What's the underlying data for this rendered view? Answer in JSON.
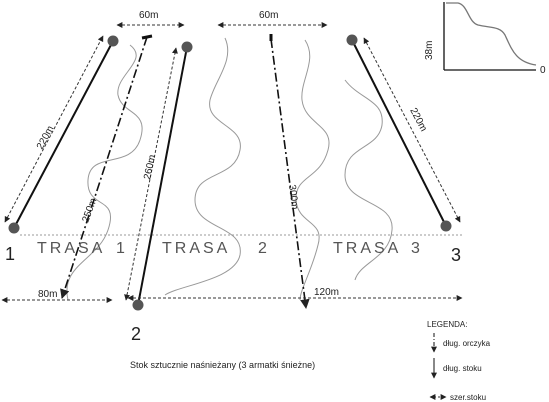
{
  "routes": [
    {
      "name": "TRASA",
      "number_label": "1",
      "id_label": "1"
    },
    {
      "name": "TRASA",
      "number_label": "2",
      "id_label": "2"
    },
    {
      "name": "TRASA",
      "number_label": "3",
      "id_label": "3"
    }
  ],
  "dimensions": {
    "top_width_left": "60m",
    "top_width_right": "60m",
    "bottom_width_left": "80m",
    "bottom_width_right": "120m",
    "route1_length": "220m",
    "route1_lift": "250m",
    "route2_length": "260m",
    "route2_lift": "300m",
    "route3_length": "220m"
  },
  "profile": {
    "height_label": "38m",
    "zero_label": "0"
  },
  "legend": {
    "title": "LEGENDA:",
    "lift_length": "dług. orczyka",
    "slope_length": "dług. stoku",
    "slope_width": "szer.stoku"
  },
  "caption": "Stok sztucznie naśnieżany (3 armatki śnieżne)"
}
